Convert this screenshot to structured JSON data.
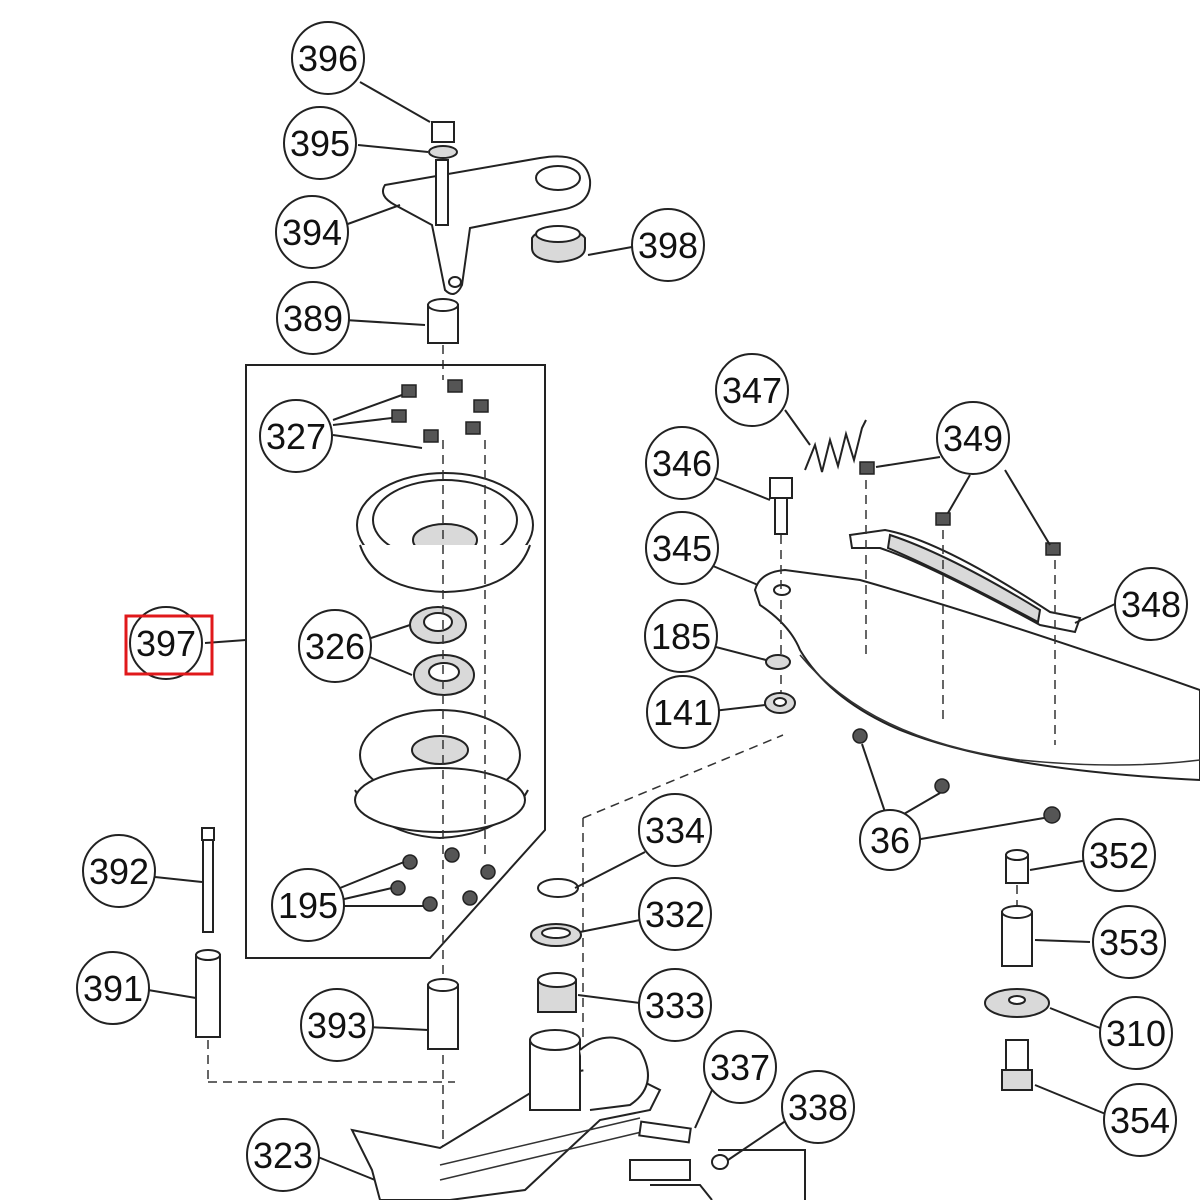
{
  "diagram": {
    "highlight_color": "#e0181b",
    "line_color": "#222222",
    "highlighted_label": "397",
    "labels": {
      "p396": "396",
      "p395": "395",
      "p394": "394",
      "p398": "398",
      "p389": "389",
      "p327": "327",
      "p326": "326",
      "p397": "397",
      "p195": "195",
      "p392": "392",
      "p391": "391",
      "p393": "393",
      "p323": "323",
      "p347": "347",
      "p346": "346",
      "p349": "349",
      "p345": "345",
      "p348": "348",
      "p185": "185",
      "p141": "141",
      "p36": "36",
      "p334": "334",
      "p332": "332",
      "p333": "333",
      "p337": "337",
      "p338": "338",
      "p352": "352",
      "p353": "353",
      "p310": "310",
      "p354": "354"
    }
  }
}
